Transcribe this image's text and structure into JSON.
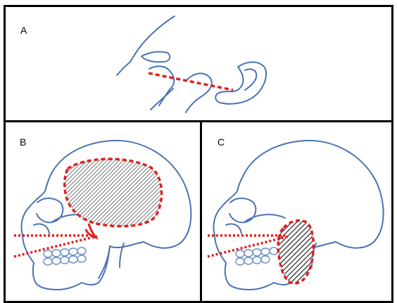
{
  "panels": {
    "a": {
      "label": "A"
    },
    "b": {
      "label": "B"
    },
    "c": {
      "label": "C"
    }
  },
  "colors": {
    "outline": "#4a73b3",
    "region": "#e02020",
    "hatch": "#333333",
    "border": "#000000"
  }
}
